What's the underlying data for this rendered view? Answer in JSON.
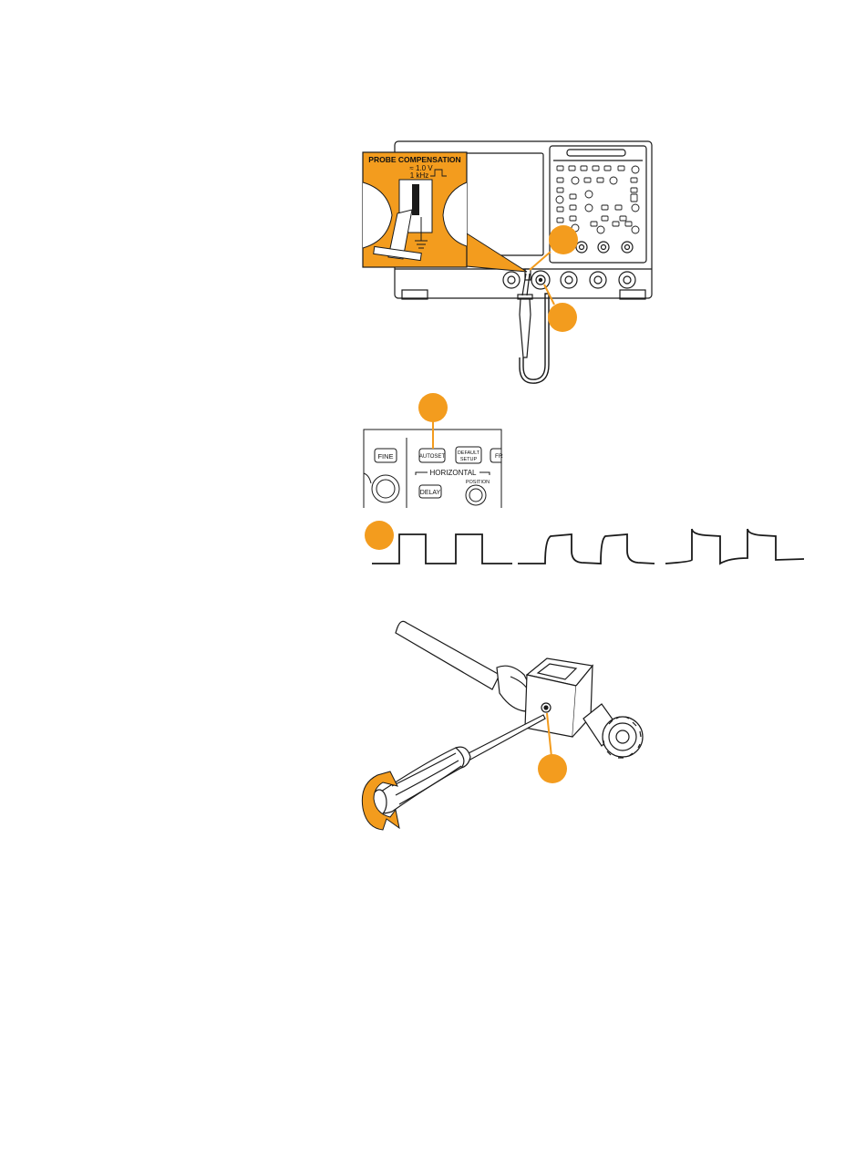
{
  "probe_comp": {
    "title": "PROBE COMPENSATION",
    "voltage": "≈ 1.0 V",
    "frequency": "1 kHz"
  },
  "front_panel": {
    "fine_label": "FINE",
    "autoset_label": "AUTOSET",
    "default_setup_line1": "DEFAULT",
    "default_setup_line2": "SETUP",
    "partial_button_label": "FR",
    "horizontal_label": "HORIZONTAL",
    "position_label": "POSITION",
    "delay_label": "DELAY"
  },
  "colors": {
    "accent": "#F39C1E",
    "line": "#1a1a1a"
  }
}
